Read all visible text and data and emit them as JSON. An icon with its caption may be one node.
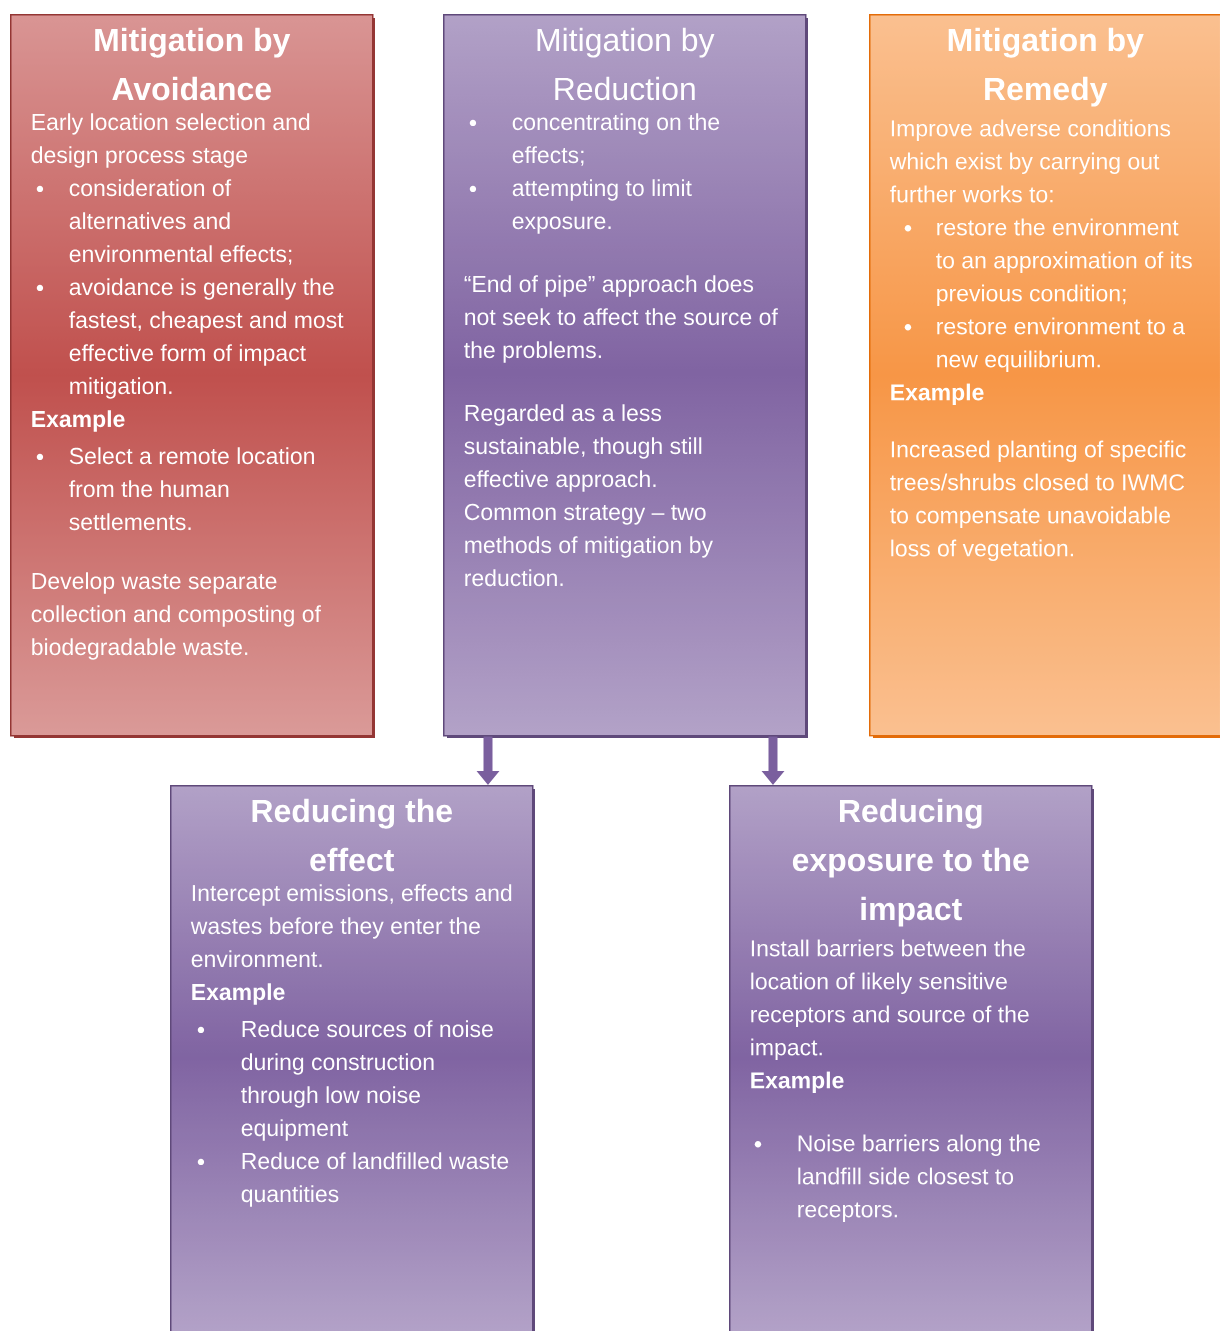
{
  "diagram": {
    "nodes": [
      {
        "text": [
          "Mitigation by Avoidance",
          "Early location selection and design process stage",
          "consideration of alternatives and environmental effects;",
          "avoidance is generally the fastest, cheapest and most effective form of impact mitigation.",
          "Example",
          "Select a remote location from the human settlements.",
          "Develop waste separate collection and composting of biodegradable waste."
        ]
      },
      {
        "text": [
          "Mitigation by Reduction",
          "concentrating on the effects;",
          "attempting to limit exposure.",
          "“End of pipe” approach does not seek to affect the source of the problems.",
          "Regarded as a less sustainable, though still effective approach.",
          "Common strategy – two methods of mitigation by reduction."
        ]
      },
      {
        "text": [
          "Mitigation by Remedy",
          "Improve adverse conditions which exist by carrying out further works to:",
          "restore the environment to an approximation of its previous condition;",
          "restore environment to a new equilibrium.",
          "Example",
          "Increased planting of specific trees/shrubs closed to IWMC to compensate unavoidable loss of vegetation."
        ]
      },
      {
        "text": [
          "Reducing the effect",
          "Intercept emissions, effects and wastes before they enter the environment.",
          "Example",
          "Reduce sources of noise during construction through low noise equipment",
          "Reduce of landfilled waste quantities"
        ]
      },
      {
        "text": [
          "Reducing exposure to the impact",
          "Install barriers between the location of likely sensitive receptors and source of the impact.",
          "Example",
          "Noise barriers along the landfill side closest to receptors."
        ]
      }
    ],
    "edges": [
      {
        "from": 1,
        "to": 3,
        "arrow": "to"
      },
      {
        "from": 1,
        "to": 4,
        "arrow": "to"
      }
    ]
  }
}
